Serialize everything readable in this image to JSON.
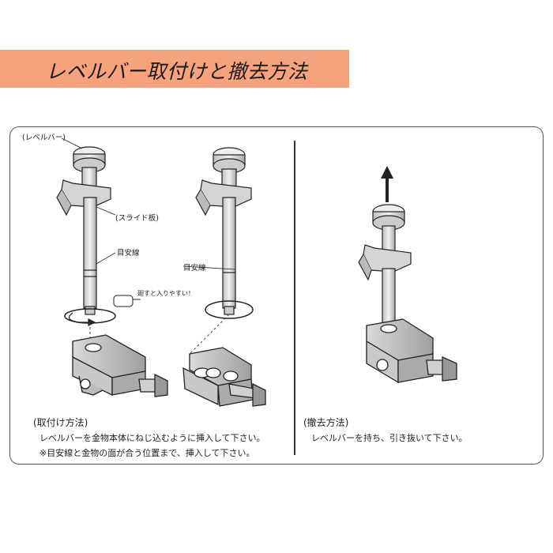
{
  "header": {
    "title": "レベルバー取付けと撤去方法",
    "band_color": "#f4a37c"
  },
  "left": {
    "labels": {
      "level_bar": "(レベルバー)",
      "slide_plate": "(スライド板)",
      "guide_line_1": "目安線",
      "guide_line_2": "目安線",
      "hint": "廻すと入りやすい！"
    },
    "section_title": "(取付け方法)",
    "lines": [
      "レベルバーを金物本体にねじ込むように挿入して下さい。",
      "※目安線と金物の面が合う位置まで、挿入して下さい。"
    ]
  },
  "right": {
    "section_title": "(撤去方法)",
    "lines": [
      "レベルバーを持ち、引き抜いて下さい。"
    ]
  }
}
